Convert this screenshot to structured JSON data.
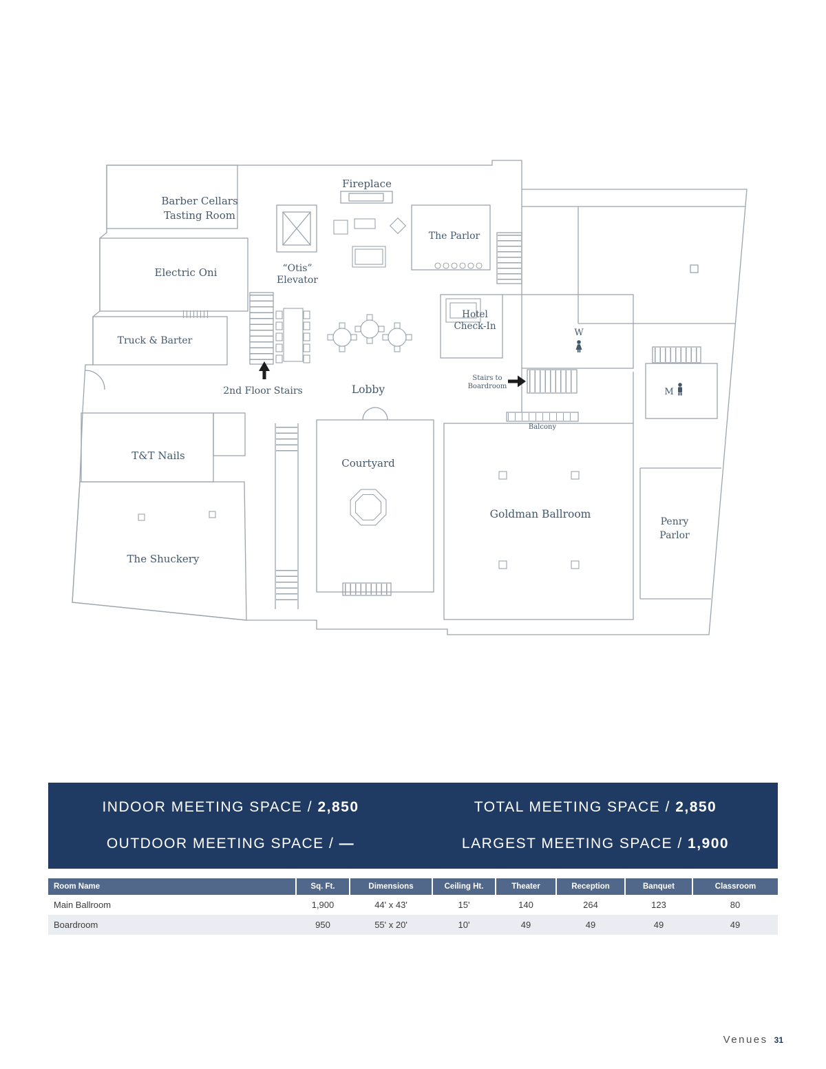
{
  "colors": {
    "banner_navy": "#1f3a63",
    "table_header_blue": "#51688a",
    "table_alt_row": "#e9ecf0",
    "wall_gray": "#9ba4ac",
    "label_slate": "#44586c"
  },
  "floorplan": {
    "fireplace": "Fireplace",
    "barber_line1": "Barber Cellars",
    "barber_line2": "Tasting Room",
    "parlor": "The Parlor",
    "otis_line1": "“Otis”",
    "otis_line2": "Elevator",
    "electric_oni": "Electric Oni",
    "truck_barter": "Truck & Barter",
    "hotel_line1": "Hotel",
    "hotel_line2": "Check-In",
    "women": "W",
    "men": "M",
    "stairs_board_line1": "Stairs to",
    "stairs_board_line2": "Boardroom",
    "second_floor_stairs": "2nd Floor Stairs",
    "lobby": "Lobby",
    "balcony": "Balcony",
    "tt_nails": "T&T Nails",
    "courtyard": "Courtyard",
    "goldman": "Goldman Ballroom",
    "penry_line1": "Penry",
    "penry_line2": "Parlor",
    "shuckery": "The Shuckery"
  },
  "summary": {
    "indoor_label": "INDOOR MEETING SPACE / ",
    "indoor_value": "2,850",
    "outdoor_label": "OUTDOOR MEETING SPACE / ",
    "outdoor_value": "—",
    "total_label": "TOTAL MEETING SPACE / ",
    "total_value": "2,850",
    "largest_label": "LARGEST MEETING SPACE / ",
    "largest_value": "1,900"
  },
  "table": {
    "headers": [
      "Room Name",
      "Sq. Ft.",
      "Dimensions",
      "Ceiling Ht.",
      "Theater",
      "Reception",
      "Banquet",
      "Classroom"
    ],
    "rows": [
      [
        "Main Ballroom",
        "1,900",
        "44' x 43'",
        "15'",
        "140",
        "264",
        "123",
        "80"
      ],
      [
        "Boardroom",
        "950",
        "55' x 20'",
        "10'",
        "49",
        "49",
        "49",
        "49"
      ]
    ]
  },
  "footer": {
    "section": "Venues",
    "page": "31"
  }
}
